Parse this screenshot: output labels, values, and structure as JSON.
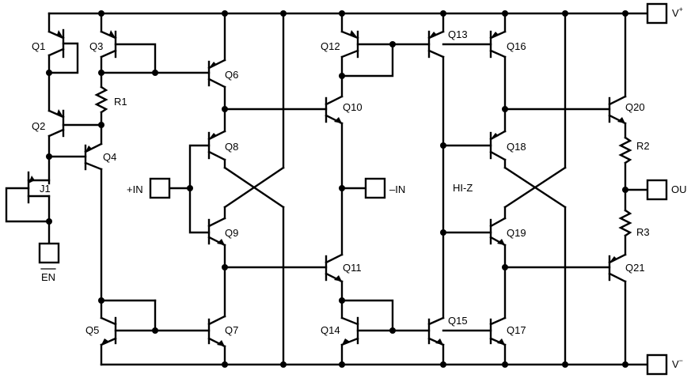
{
  "transistors": {
    "q1": "Q1",
    "q2": "Q2",
    "q3": "Q3",
    "q4": "Q4",
    "q5": "Q5",
    "q6": "Q6",
    "q7": "Q7",
    "q8": "Q8",
    "q9": "Q9",
    "q10": "Q10",
    "q11": "Q11",
    "q12": "Q12",
    "q13": "Q13",
    "q14": "Q14",
    "q15": "Q15",
    "q16": "Q16",
    "q17": "Q17",
    "q18": "Q18",
    "q19": "Q19",
    "q20": "Q20",
    "q21": "Q21",
    "j1": "J1"
  },
  "resistors": {
    "r1": "R1",
    "r2": "R2",
    "r3": "R3"
  },
  "pins": {
    "vplus": "V",
    "vplus_sup": "+",
    "vminus": "V",
    "vminus_sup": "−",
    "in_plus": "+IN",
    "in_minus": "–IN",
    "out": "OU",
    "en": "EN"
  },
  "nodes": {
    "hiz": "HI-Z"
  }
}
